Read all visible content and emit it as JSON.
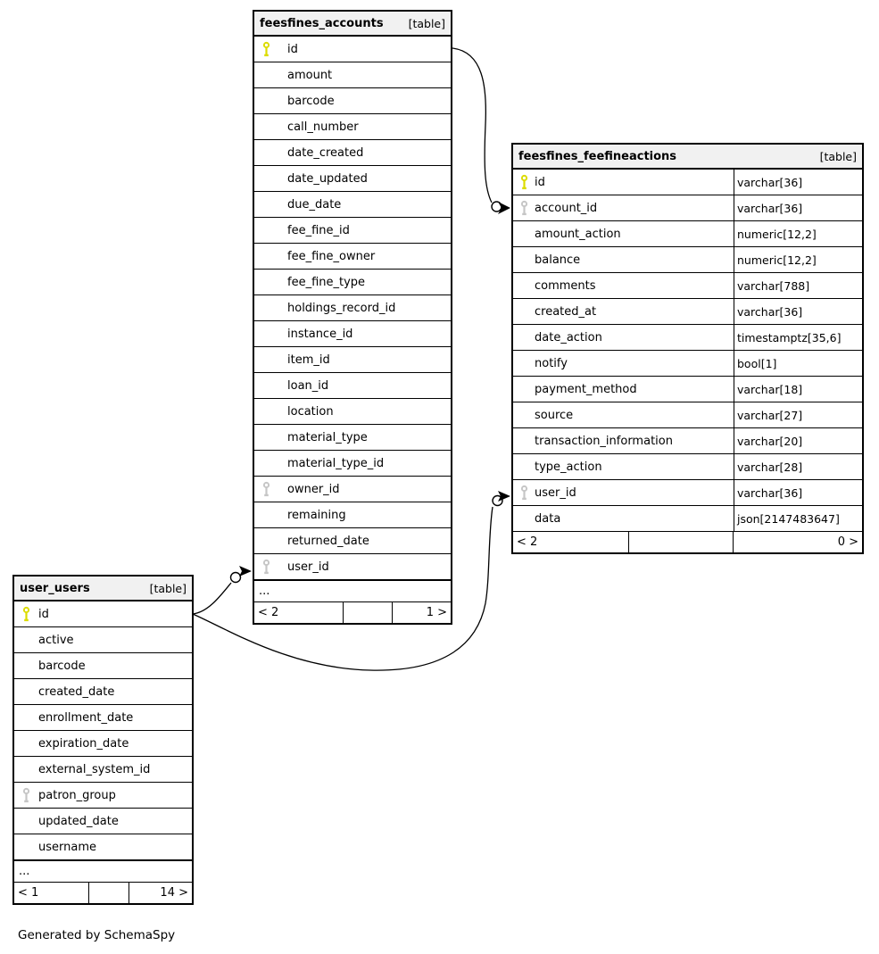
{
  "diagram": {
    "generator_note": "Generated by SchemaSpy"
  },
  "colors": {
    "primary_key": "#dcdc00",
    "foreign_key": "#c6c6c6",
    "header_bg": "#f1f1f1",
    "border": "#000000",
    "edge": "#000000"
  },
  "tables": [
    {
      "name": "feesfines_accounts",
      "tag": "[table]",
      "columns": [
        {
          "name": "id",
          "key": "pk"
        },
        {
          "name": "amount",
          "key": "none"
        },
        {
          "name": "barcode",
          "key": "none"
        },
        {
          "name": "call_number",
          "key": "none"
        },
        {
          "name": "date_created",
          "key": "none"
        },
        {
          "name": "date_updated",
          "key": "none"
        },
        {
          "name": "due_date",
          "key": "none"
        },
        {
          "name": "fee_fine_id",
          "key": "none"
        },
        {
          "name": "fee_fine_owner",
          "key": "none"
        },
        {
          "name": "fee_fine_type",
          "key": "none"
        },
        {
          "name": "holdings_record_id",
          "key": "none"
        },
        {
          "name": "instance_id",
          "key": "none"
        },
        {
          "name": "item_id",
          "key": "none"
        },
        {
          "name": "loan_id",
          "key": "none"
        },
        {
          "name": "location",
          "key": "none"
        },
        {
          "name": "material_type",
          "key": "none"
        },
        {
          "name": "material_type_id",
          "key": "none"
        },
        {
          "name": "owner_id",
          "key": "fk"
        },
        {
          "name": "remaining",
          "key": "none"
        },
        {
          "name": "returned_date",
          "key": "none"
        },
        {
          "name": "user_id",
          "key": "fk"
        }
      ],
      "ellipsis": "...",
      "footer": {
        "left": "< 2",
        "middle": "",
        "right": "1 >"
      }
    },
    {
      "name": "feesfines_feefineactions",
      "tag": "[table]",
      "columns": [
        {
          "name": "id",
          "type": "varchar[36]",
          "key": "pk"
        },
        {
          "name": "account_id",
          "type": "varchar[36]",
          "key": "fk"
        },
        {
          "name": "amount_action",
          "type": "numeric[12,2]",
          "key": "none"
        },
        {
          "name": "balance",
          "type": "numeric[12,2]",
          "key": "none"
        },
        {
          "name": "comments",
          "type": "varchar[788]",
          "key": "none"
        },
        {
          "name": "created_at",
          "type": "varchar[36]",
          "key": "none"
        },
        {
          "name": "date_action",
          "type": "timestamptz[35,6]",
          "key": "none"
        },
        {
          "name": "notify",
          "type": "bool[1]",
          "key": "none"
        },
        {
          "name": "payment_method",
          "type": "varchar[18]",
          "key": "none"
        },
        {
          "name": "source",
          "type": "varchar[27]",
          "key": "none"
        },
        {
          "name": "transaction_information",
          "type": "varchar[20]",
          "key": "none"
        },
        {
          "name": "type_action",
          "type": "varchar[28]",
          "key": "none"
        },
        {
          "name": "user_id",
          "type": "varchar[36]",
          "key": "fk"
        },
        {
          "name": "data",
          "type": "json[2147483647]",
          "key": "none"
        }
      ],
      "ellipsis": null,
      "footer": {
        "left": "< 2",
        "middle": "",
        "right": "0 >"
      }
    },
    {
      "name": "user_users",
      "tag": "[table]",
      "columns": [
        {
          "name": "id",
          "key": "pk"
        },
        {
          "name": "active",
          "key": "none"
        },
        {
          "name": "barcode",
          "key": "none"
        },
        {
          "name": "created_date",
          "key": "none"
        },
        {
          "name": "enrollment_date",
          "key": "none"
        },
        {
          "name": "expiration_date",
          "key": "none"
        },
        {
          "name": "external_system_id",
          "key": "none"
        },
        {
          "name": "patron_group",
          "key": "fk"
        },
        {
          "name": "updated_date",
          "key": "none"
        },
        {
          "name": "username",
          "key": "none"
        }
      ],
      "ellipsis": "...",
      "footer": {
        "left": "< 1",
        "middle": "",
        "right": "14 >"
      }
    }
  ],
  "relationships": [
    {
      "from": "feesfines_accounts.id",
      "to": "feesfines_feefineactions.account_id"
    },
    {
      "from": "user_users.id",
      "to": "feesfines_accounts.user_id"
    },
    {
      "from": "user_users.id",
      "to": "feesfines_feefineactions.user_id"
    }
  ]
}
